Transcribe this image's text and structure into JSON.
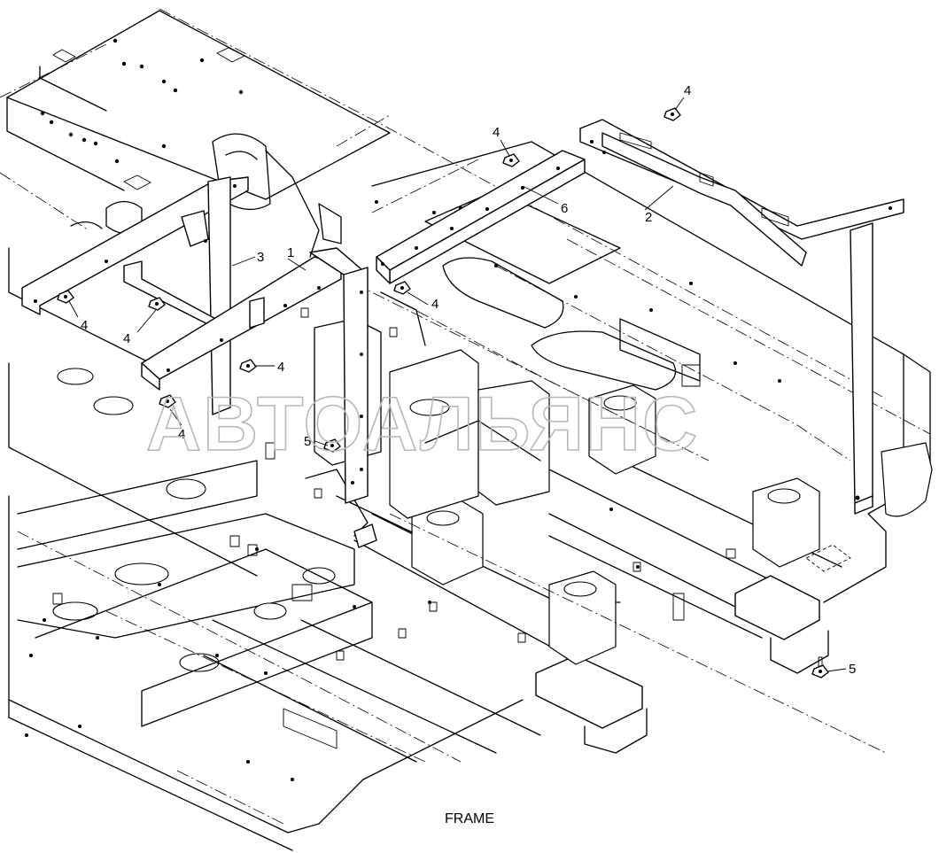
{
  "caption": "FRAME",
  "watermark": "АВТОАЛЬЯНС",
  "callouts": [
    "1",
    "2",
    "3",
    "4",
    "4",
    "4",
    "4",
    "4",
    "4",
    "4",
    "5",
    "6"
  ],
  "colors": {
    "line": "#000000",
    "background": "#ffffff",
    "watermark": "#b8b8b8"
  }
}
